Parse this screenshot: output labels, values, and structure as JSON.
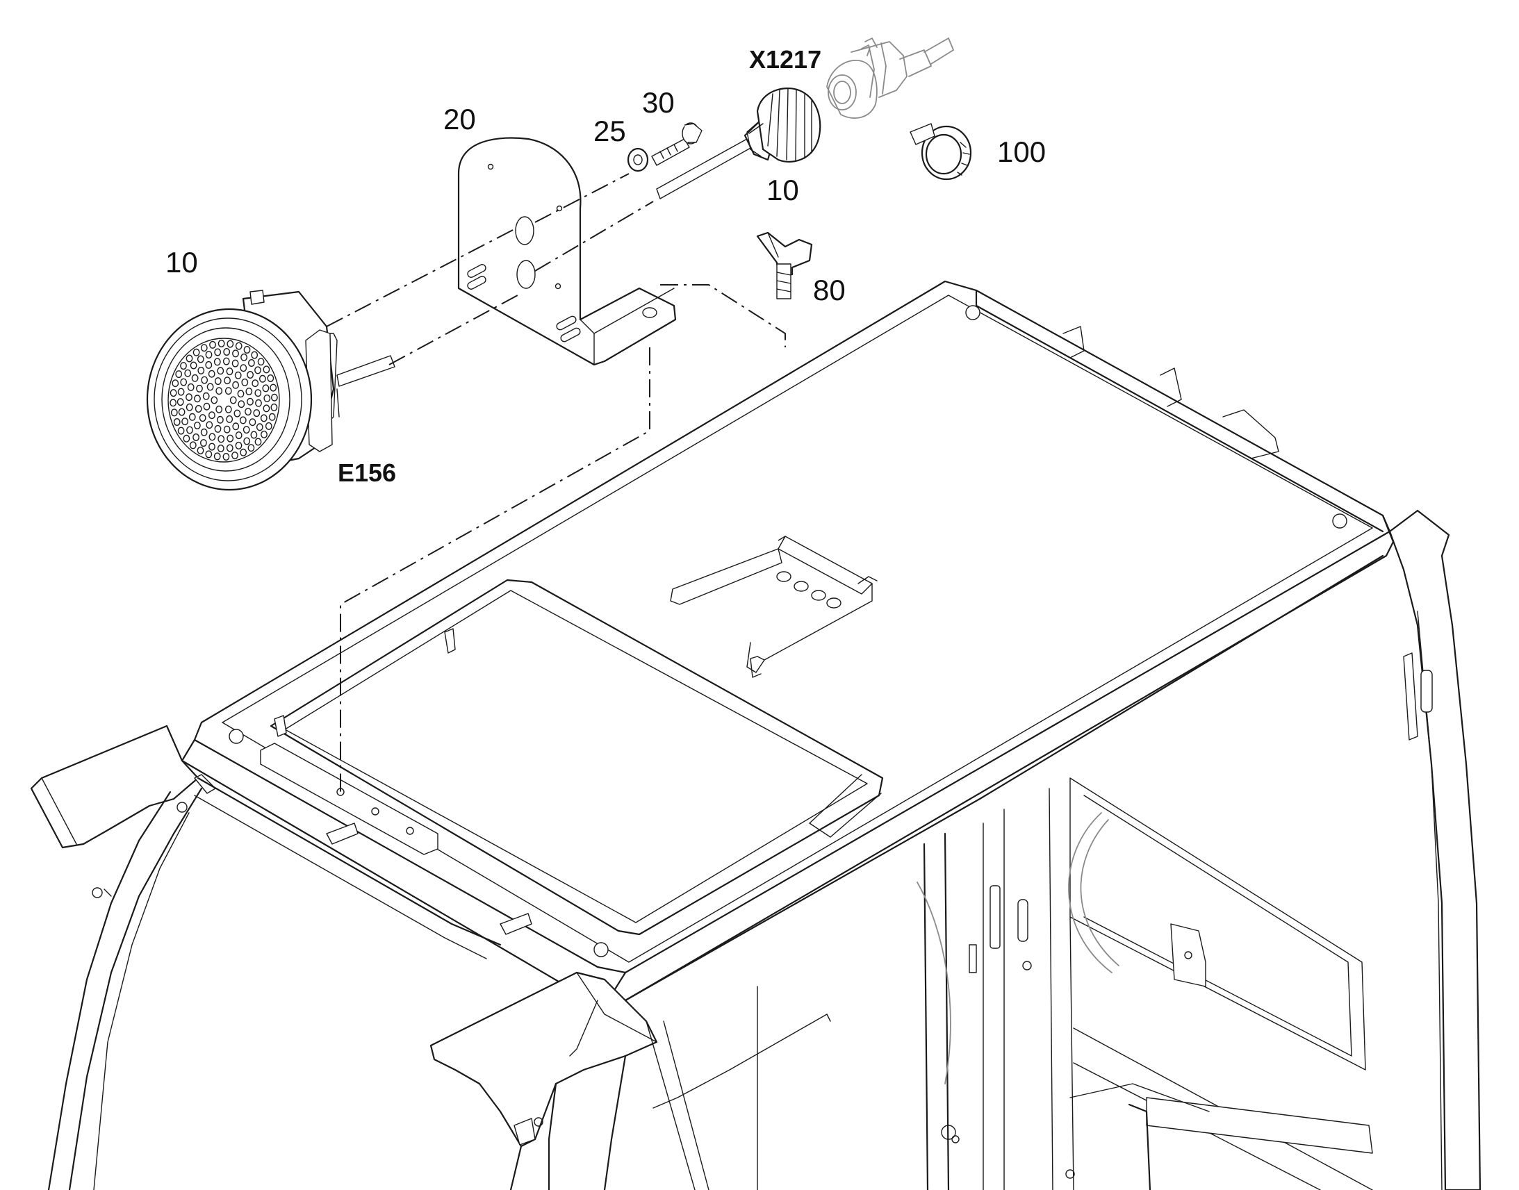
{
  "labels": {
    "connector_ref": "X1217",
    "bracket": "20",
    "washer": "25",
    "screw": "30",
    "cable_clip": "100",
    "plug_part": "10",
    "speaker_part": "10",
    "wing_screw": "80",
    "speaker_ref": "E156"
  }
}
